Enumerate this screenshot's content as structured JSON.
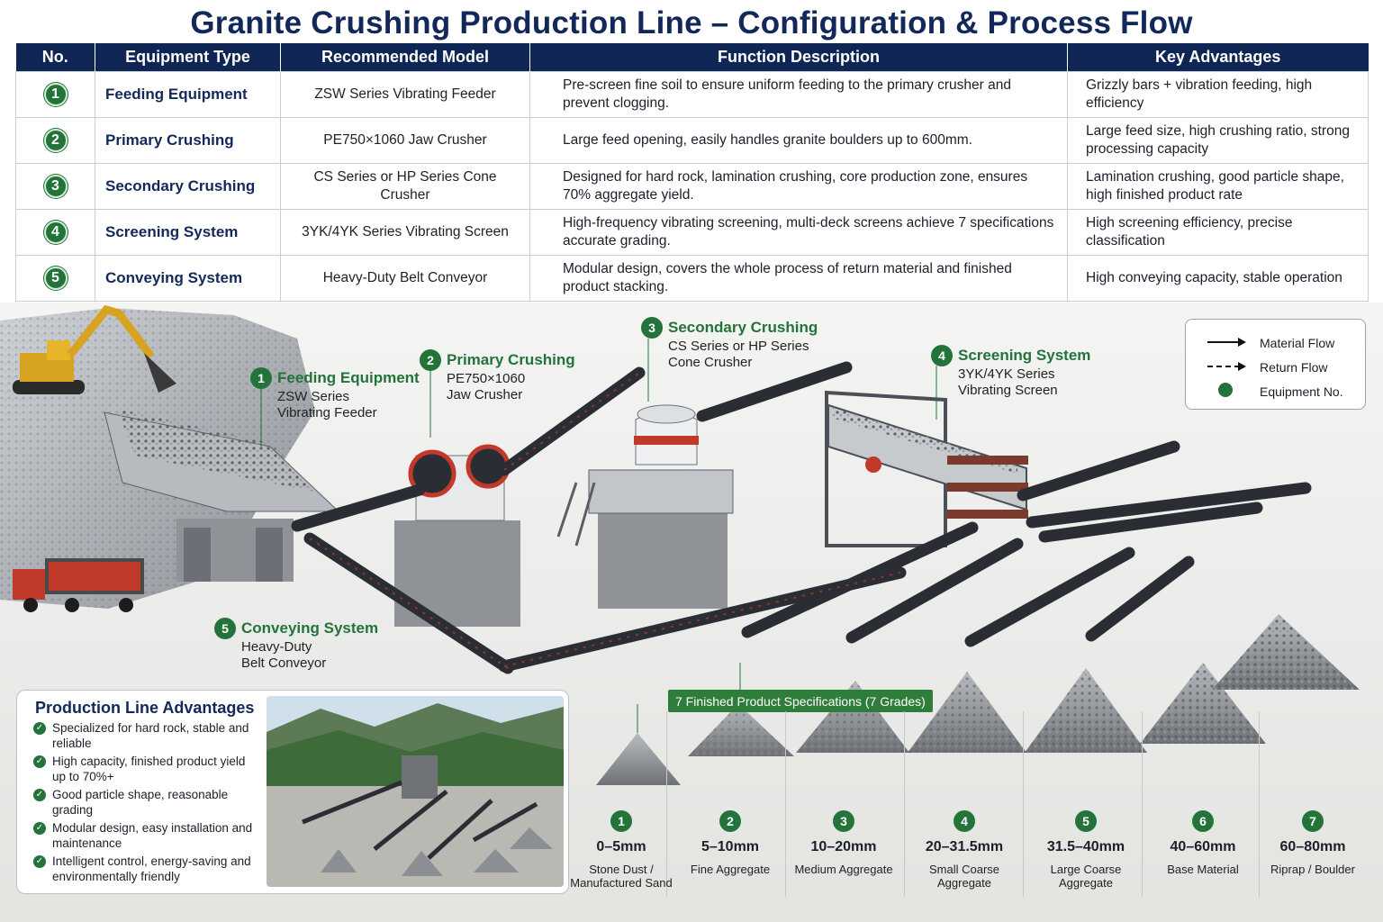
{
  "title": "Granite Crushing Production Line – Configuration & Process Flow",
  "table": {
    "headers": [
      "No.",
      "Equipment Type",
      "Recommended Model",
      "Function Description",
      "Key Advantages"
    ],
    "rows": [
      {
        "no": "1",
        "type": "Feeding Equipment",
        "model": "ZSW Series Vibrating Feeder",
        "func": "Pre-screen fine soil to ensure uniform feeding to the primary crusher and prevent clogging.",
        "adv": "Grizzly bars + vibration feeding, high efficiency"
      },
      {
        "no": "2",
        "type": "Primary Crushing",
        "model": "PE750×1060 Jaw Crusher",
        "func": "Large feed opening, easily handles granite boulders up to 600mm.",
        "adv": "Large feed size, high crushing ratio, strong processing capacity"
      },
      {
        "no": "3",
        "type": "Secondary Crushing",
        "model": "CS Series or HP Series Cone Crusher",
        "func": "Designed for hard rock, lamination crushing, core production zone, ensures 70% aggregate yield.",
        "adv": "Lamination crushing, good particle shape, high finished product rate"
      },
      {
        "no": "4",
        "type": "Screening System",
        "model": "3YK/4YK Series Vibrating Screen",
        "func": "High-frequency vibrating screening, multi-deck screens achieve 7 specifications accurate grading.",
        "adv": "High screening efficiency, precise classification"
      },
      {
        "no": "5",
        "type": "Conveying System",
        "model": "Heavy-Duty Belt Conveyor",
        "func": "Modular design, covers the whole process of return material and finished product stacking.",
        "adv": "High conveying capacity, stable operation"
      }
    ]
  },
  "callouts": [
    {
      "no": "1",
      "title": "Feeding Equipment",
      "line1": "ZSW Series",
      "line2": "Vibrating Feeder"
    },
    {
      "no": "2",
      "title": "Primary Crushing",
      "line1": "PE750×1060",
      "line2": "Jaw Crusher"
    },
    {
      "no": "3",
      "title": "Secondary Crushing",
      "line1": "CS Series or HP Series",
      "line2": "Cone Crusher"
    },
    {
      "no": "4",
      "title": "Screening System",
      "line1": "3YK/4YK Series",
      "line2": "Vibrating Screen"
    },
    {
      "no": "5",
      "title": "Conveying System",
      "line1": "Heavy-Duty",
      "line2": "Belt Conveyor"
    }
  ],
  "legend": {
    "material_flow": "Material Flow",
    "return_flow": "Return Flow",
    "equipment_no": "Equipment No."
  },
  "advantages": {
    "title": "Production Line Advantages",
    "items": [
      "Specialized for hard rock, stable and reliable",
      "High capacity, finished product yield up to 70%+",
      "Good particle shape, reasonable grading",
      "Modular design, easy installation and maintenance",
      "Intelligent control, energy-saving and environmentally friendly"
    ]
  },
  "specs_banner": "7 Finished Product Specifications (7 Grades)",
  "grades": [
    {
      "no": "1",
      "size": "0–5mm",
      "name": "Stone Dust / Manufactured Sand"
    },
    {
      "no": "2",
      "size": "5–10mm",
      "name": "Fine Aggregate"
    },
    {
      "no": "3",
      "size": "10–20mm",
      "name": "Medium Aggregate"
    },
    {
      "no": "4",
      "size": "20–31.5mm",
      "name": "Small Coarse Aggregate"
    },
    {
      "no": "5",
      "size": "31.5–40mm",
      "name": "Large Coarse Aggregate"
    },
    {
      "no": "6",
      "size": "40–60mm",
      "name": "Base Material"
    },
    {
      "no": "7",
      "size": "60–80mm",
      "name": "Riprap / Boulder"
    }
  ],
  "colors": {
    "navy": "#0f2553",
    "green": "#23733a",
    "steel": "#3a4250"
  }
}
